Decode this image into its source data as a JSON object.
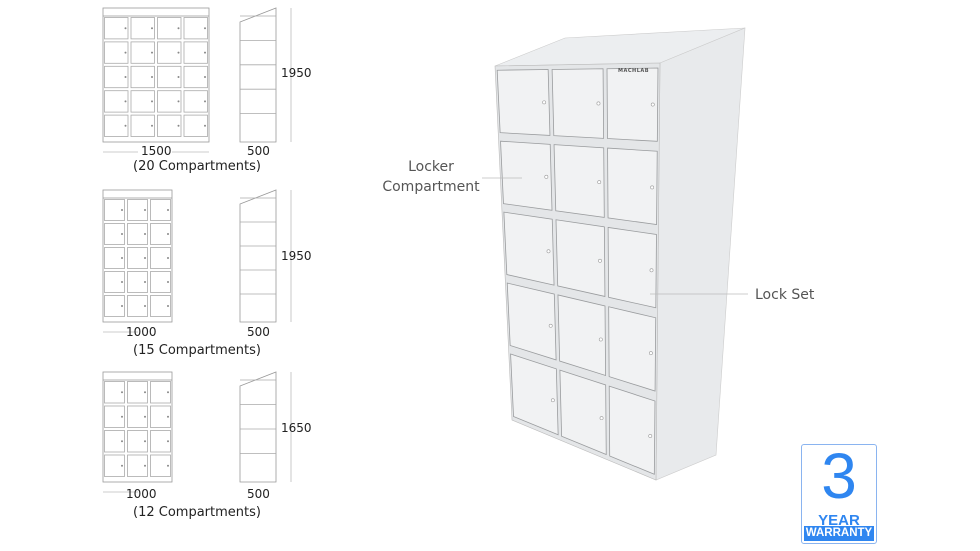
{
  "drawings": [
    {
      "columns": 4,
      "rows": 5,
      "width": "1500",
      "depth": "500",
      "height": "1950",
      "caption": "(20 Compartments)"
    },
    {
      "columns": 3,
      "rows": 5,
      "width": "1000",
      "depth": "500",
      "height": "1950",
      "caption": "(15 Compartments)"
    },
    {
      "columns": 3,
      "rows": 4,
      "width": "1000",
      "depth": "500",
      "height": "1650",
      "caption": "(12 Compartments)"
    }
  ],
  "product": {
    "brand": "MACHLAB",
    "columns": 3,
    "rows": 5,
    "body_color": "#e4e6e8",
    "door_color": "#d8dadc"
  },
  "callouts": {
    "compartment": "Locker Compartment",
    "lock": "Lock Set"
  },
  "warranty": {
    "number": "3",
    "year": "YEAR",
    "label": "WARRANTY",
    "color": "#2f86f0"
  }
}
